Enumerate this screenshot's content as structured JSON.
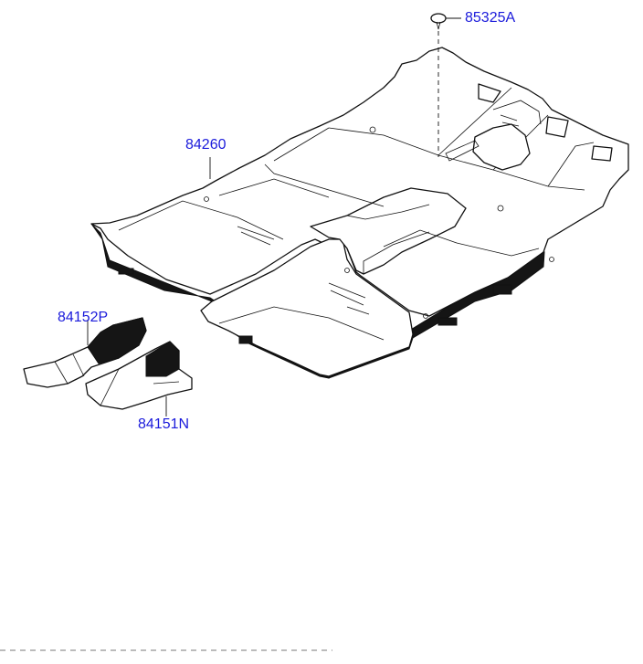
{
  "parts": [
    {
      "number": "85325A"
    },
    {
      "number": "84260"
    },
    {
      "number": "84152P"
    },
    {
      "number": "84151N"
    }
  ],
  "colors": {
    "label": "#1a1adb",
    "line": "#111111",
    "background": "#ffffff"
  }
}
